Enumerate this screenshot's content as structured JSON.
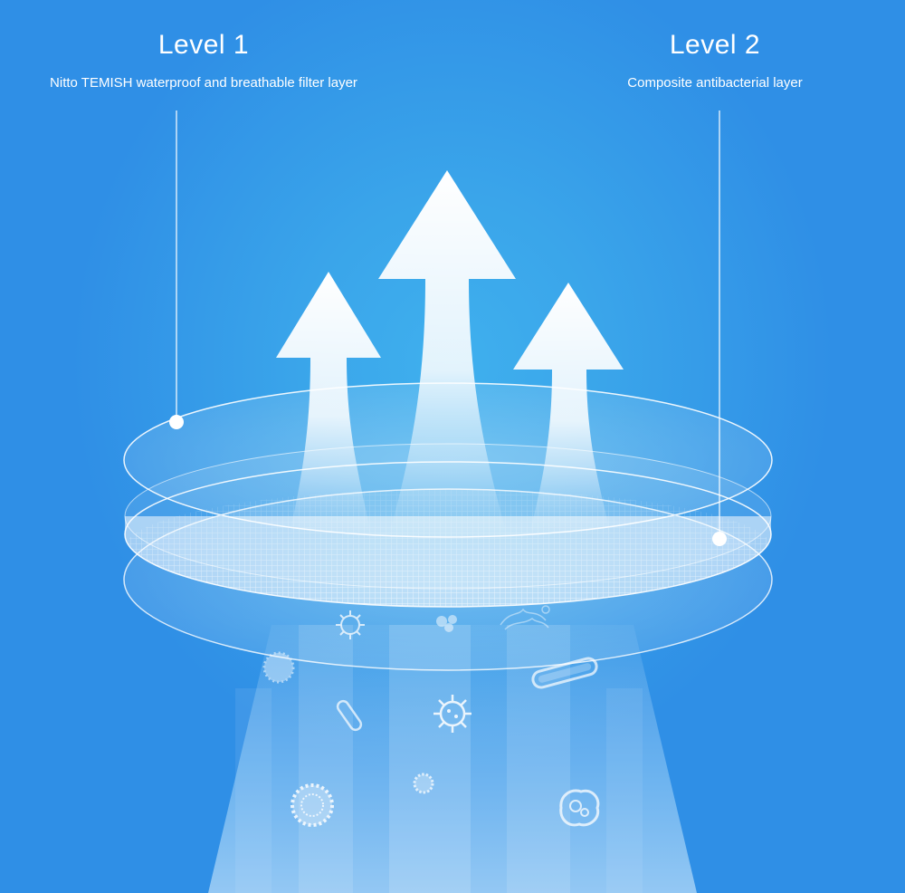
{
  "levels": [
    {
      "title": "Level 1",
      "subtitle": "Nitto TEMISH waterproof and breathable filter layer"
    },
    {
      "title": "Level 2",
      "subtitle": "Composite antibacterial layer"
    }
  ],
  "colors": {
    "background": "#2f8fe6",
    "glow": "#3fb0ee",
    "foreground": "#ffffff",
    "beam": "#bfe8ff"
  },
  "icons": [
    "virus-icon",
    "bacteria-icon",
    "pollen-icon",
    "mold-icon",
    "arrow-up-icon"
  ]
}
